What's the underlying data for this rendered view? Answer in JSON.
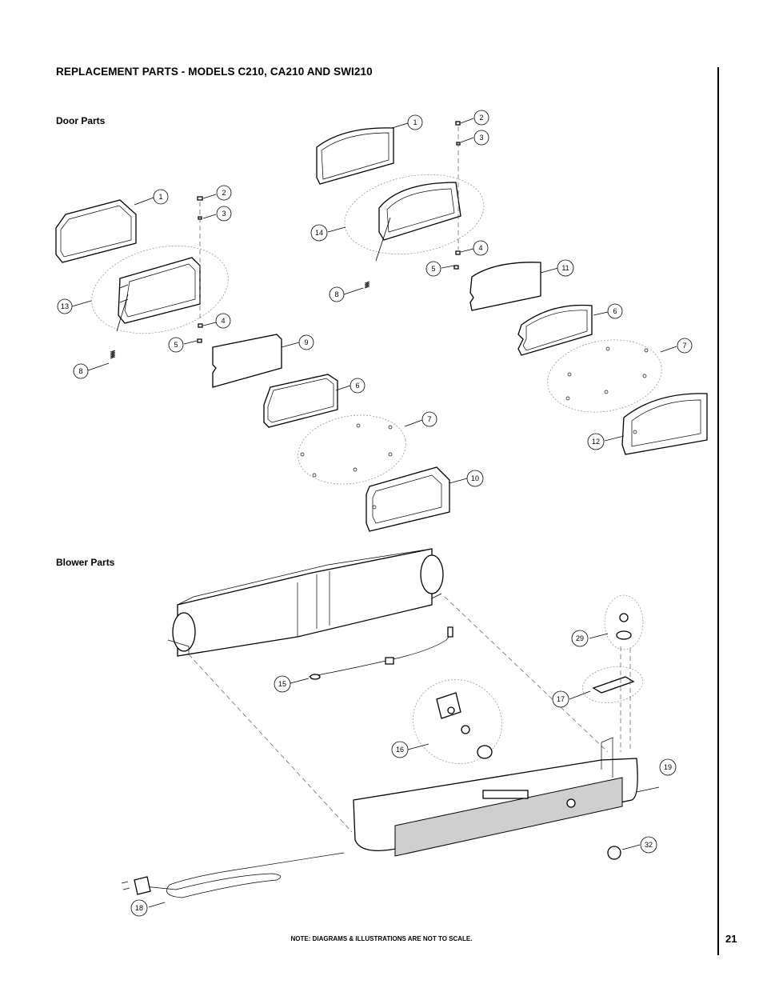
{
  "page": {
    "title": "REPLACEMENT PARTS - MODELS C210, CA210 AND SWI210",
    "sections": {
      "door": "Door Parts",
      "blower": "Blower Parts"
    },
    "note": "NOTE: DIAGRAMS & ILLUSTRATIONS ARE NOT TO SCALE.",
    "page_number": "21"
  },
  "callouts": {
    "left_door": [
      "1",
      "2",
      "3",
      "13",
      "4",
      "5",
      "8",
      "9",
      "6",
      "7",
      "10"
    ],
    "right_door": [
      "1",
      "2",
      "3",
      "14",
      "4",
      "5",
      "8",
      "11",
      "6",
      "7",
      "12"
    ],
    "blower": [
      "29",
      "15",
      "17",
      "16",
      "19",
      "32",
      "18"
    ]
  }
}
